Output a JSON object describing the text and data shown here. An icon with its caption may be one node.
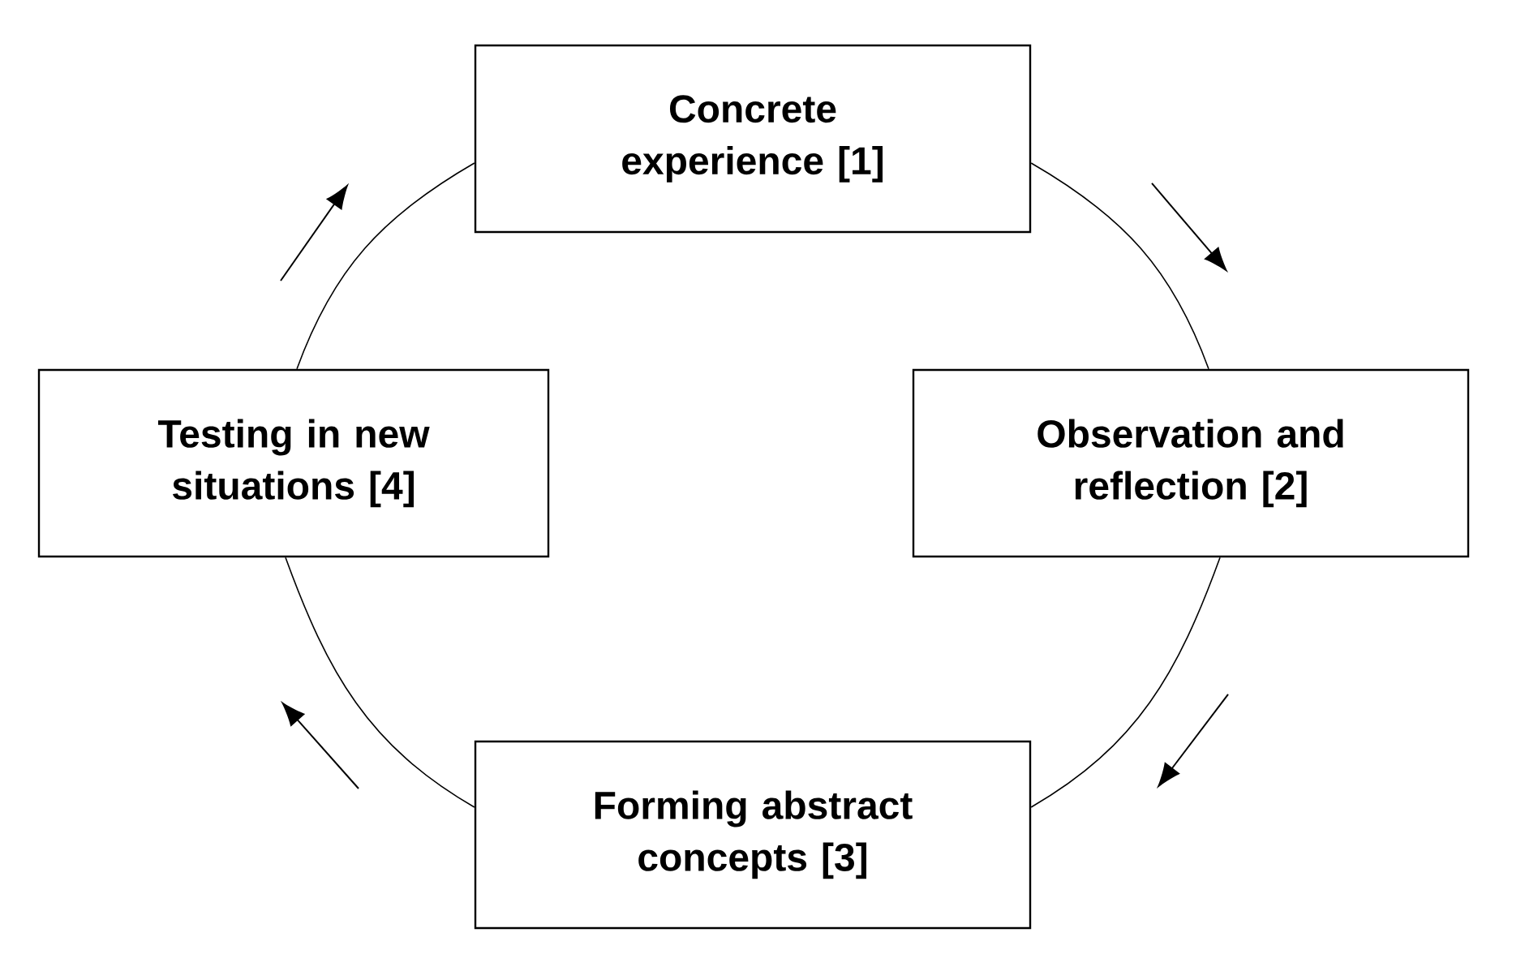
{
  "diagram": {
    "nodes": [
      {
        "text": [
          "Concrete experience [1]"
        ]
      },
      {
        "text": [
          "Observation and reflection [2]"
        ]
      },
      {
        "text": [
          "Forming abstract concepts [3]"
        ]
      },
      {
        "text": [
          "Testing in new situations [4]"
        ]
      }
    ],
    "edges": [
      {
        "from": 0,
        "to": 1,
        "arrow": "none"
      },
      {
        "from": 1,
        "to": 2,
        "arrow": "none"
      },
      {
        "from": 2,
        "to": 3,
        "arrow": "none"
      },
      {
        "from": 3,
        "to": 0,
        "arrow": "none"
      }
    ]
  }
}
